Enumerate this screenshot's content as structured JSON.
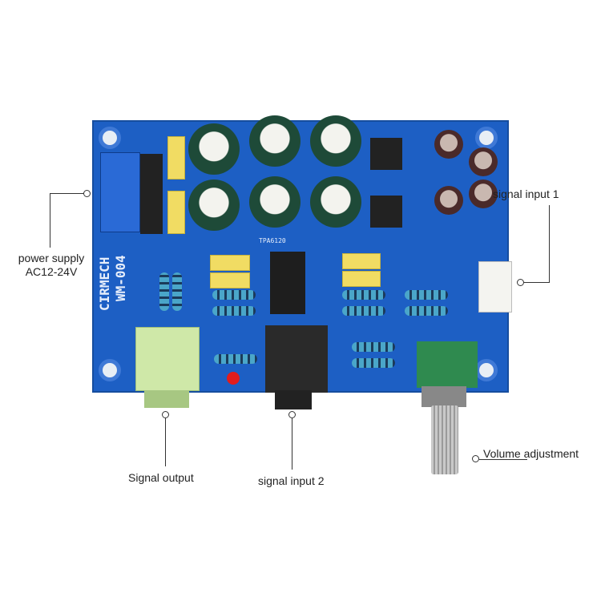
{
  "callouts": {
    "power_supply": "power supply",
    "power_voltage": "AC12-24V",
    "signal_input_1": "signal input 1",
    "signal_output": "Signal output",
    "signal_input_2": "signal input 2",
    "volume": "Volume adjustment"
  },
  "board": {
    "brand": "CIRMECH",
    "model": "WM-004",
    "chip": "TPA6120",
    "colors": {
      "pcb": "#1d5fc4",
      "knob": "#2f8a4f",
      "jack_output": "#cfe8a8"
    }
  }
}
